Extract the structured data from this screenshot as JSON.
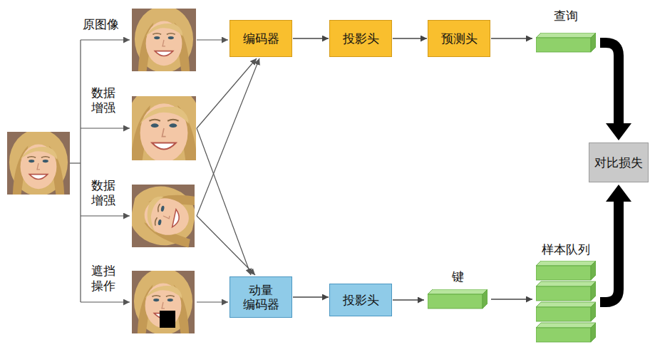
{
  "diagram": {
    "nodes": [
      {
        "text": [
          "编码器"
        ]
      },
      {
        "text": [
          "投影头"
        ]
      },
      {
        "text": [
          "预测头"
        ]
      },
      {
        "text": [
          "查询"
        ]
      },
      {
        "text": [
          "对比损失"
        ]
      },
      {
        "text": [
          "动量 编码器"
        ]
      },
      {
        "text": [
          "投影头"
        ]
      },
      {
        "text": [
          "键"
        ]
      },
      {
        "text": [
          "样本队列"
        ]
      }
    ],
    "edges": [
      {
        "from": 0,
        "to": 1,
        "arrow": "to"
      },
      {
        "from": 1,
        "to": 2,
        "arrow": "to"
      },
      {
        "from": 2,
        "to": 3,
        "arrow": "to"
      },
      {
        "from": 3,
        "to": 4,
        "arrow": "to"
      },
      {
        "from": 5,
        "to": 6,
        "arrow": "to"
      },
      {
        "from": 6,
        "to": 7,
        "arrow": "to"
      },
      {
        "from": 7,
        "to": 8,
        "arrow": "to"
      },
      {
        "from": 8,
        "to": 4,
        "arrow": "to"
      }
    ],
    "labels": [
      "原图像",
      "数据 增强",
      "数据 增强",
      "遮挡 操作"
    ]
  }
}
